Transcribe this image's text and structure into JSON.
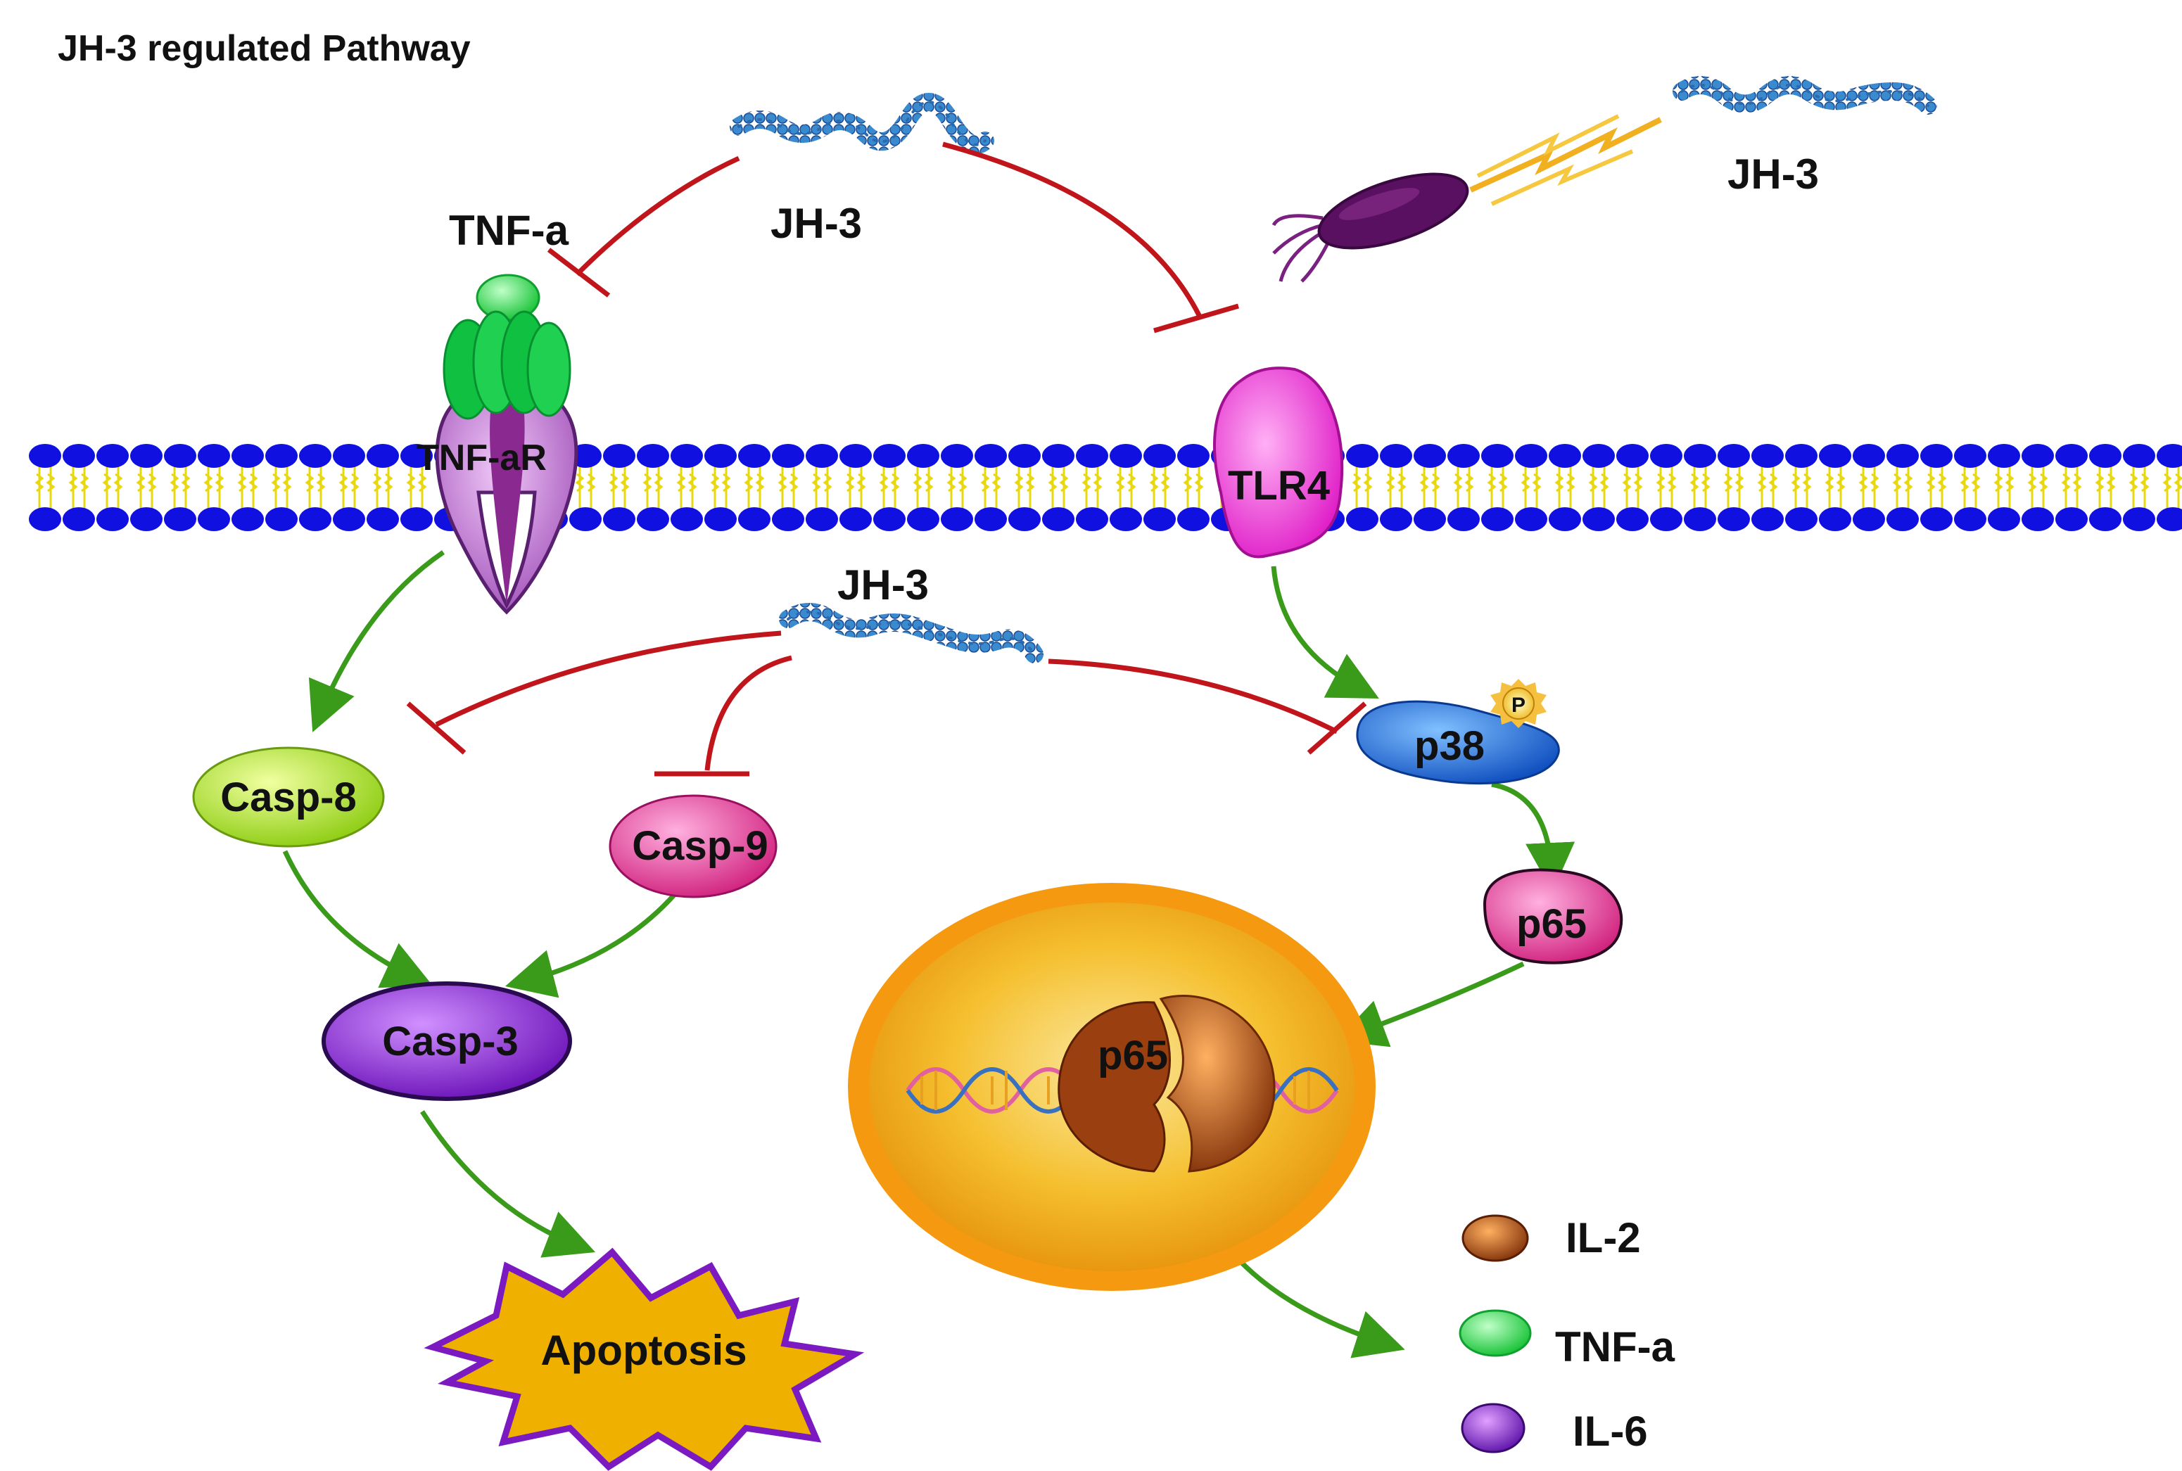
{
  "title": "JH-3 regulated Pathway",
  "labels": {
    "jh3_top": "JH-3",
    "jh3_right": "JH-3",
    "jh3_mid": "JH-3",
    "tnfa": "TNF-a",
    "tnfar": "TNF-aR",
    "tlr4": "TLR4",
    "casp8": "Casp-8",
    "casp9": "Casp-9",
    "casp3": "Casp-3",
    "p38": "p38",
    "phospho": "P",
    "p65_cyto": "p65",
    "p65_nuc": "p65",
    "apoptosis": "Apoptosis"
  },
  "legend": [
    {
      "label": "IL-2",
      "color": "#c8600a"
    },
    {
      "label": "TNF-a",
      "color": "#33dd55"
    },
    {
      "label": "IL-6",
      "color": "#8a2ad8"
    }
  ],
  "colors": {
    "activation_arrow": "#3a9a1a",
    "inhibition_line": "#c0151a",
    "membrane_head": "#1010e0",
    "membrane_tail": "#f0e020",
    "nucleus_outer": "#f59a10",
    "nucleus_inner": "#f5c030",
    "tlr4": "#ff3ce0",
    "tnfar": "#c070d0",
    "casp8": "#a8e030",
    "casp9": "#e83c9c",
    "casp3": "#8a2ad8",
    "p38": "#2070e0",
    "p65": "#e83c9c",
    "apoptosis_fill": "#f0b000",
    "apoptosis_border": "#7a1ac0"
  }
}
